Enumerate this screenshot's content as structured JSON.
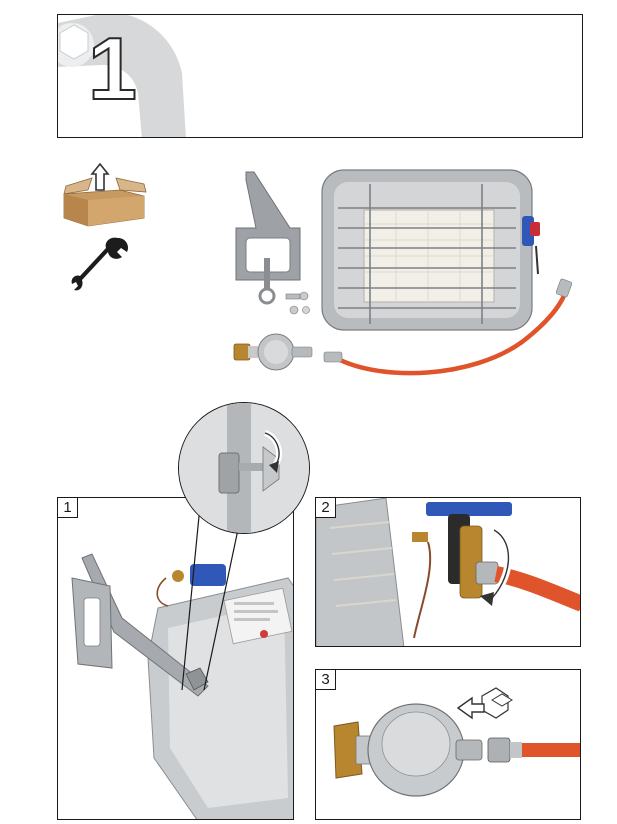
{
  "header": {
    "step_number": "1"
  },
  "panels": [
    {
      "label": "1"
    },
    {
      "label": "2"
    },
    {
      "label": "3"
    }
  ],
  "colors": {
    "box_brown": "#c89a62",
    "hose_orange": "#e0542b",
    "metal_grey": "#a9adb1",
    "brass": "#b8862f",
    "blue_valve": "#2f58b8"
  },
  "icons": [
    "wrench-badge-icon",
    "open-box-icon",
    "spanner-icon",
    "unfold-arrow-icon"
  ]
}
